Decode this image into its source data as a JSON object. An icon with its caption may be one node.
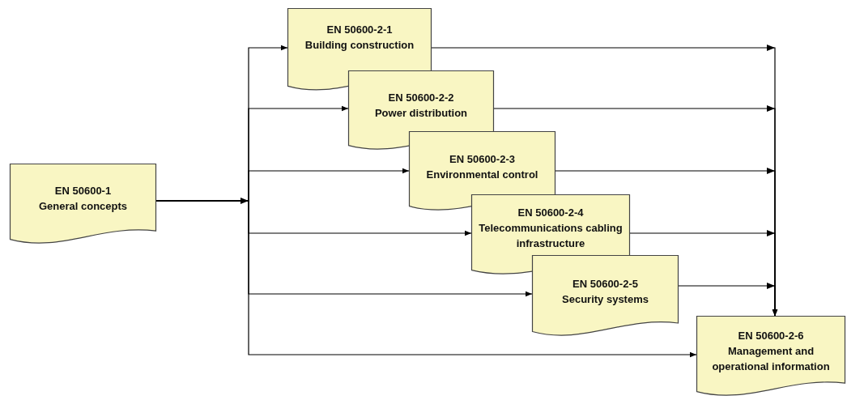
{
  "diagram": {
    "nodes": [
      {
        "text": [
          "EN 50600-1",
          "General concepts"
        ]
      },
      {
        "text": [
          "EN 50600-2-1",
          "Building construction"
        ]
      },
      {
        "text": [
          "EN 50600-2-2",
          "Power distribution"
        ]
      },
      {
        "text": [
          "EN 50600-2-3",
          "Environmental control"
        ]
      },
      {
        "text": [
          "EN 50600-2-4",
          "Telecommunications cabling infrastructure"
        ]
      },
      {
        "text": [
          "EN 50600-2-5",
          "Security systems"
        ]
      },
      {
        "text": [
          "EN 50600-2-6",
          "Management and operational information"
        ]
      }
    ],
    "edges": [
      {
        "from": 0,
        "to": 1,
        "arrow": "to"
      },
      {
        "from": 0,
        "to": 2,
        "arrow": "to"
      },
      {
        "from": 0,
        "to": 3,
        "arrow": "to"
      },
      {
        "from": 0,
        "to": 4,
        "arrow": "to"
      },
      {
        "from": 0,
        "to": 5,
        "arrow": "to"
      },
      {
        "from": 0,
        "to": 6,
        "arrow": "to"
      },
      {
        "from": 1,
        "to": 6,
        "arrow": "to"
      },
      {
        "from": 2,
        "to": 6,
        "arrow": "to"
      },
      {
        "from": 3,
        "to": 6,
        "arrow": "to"
      },
      {
        "from": 4,
        "to": 6,
        "arrow": "to"
      },
      {
        "from": 5,
        "to": 6,
        "arrow": "to"
      }
    ]
  }
}
